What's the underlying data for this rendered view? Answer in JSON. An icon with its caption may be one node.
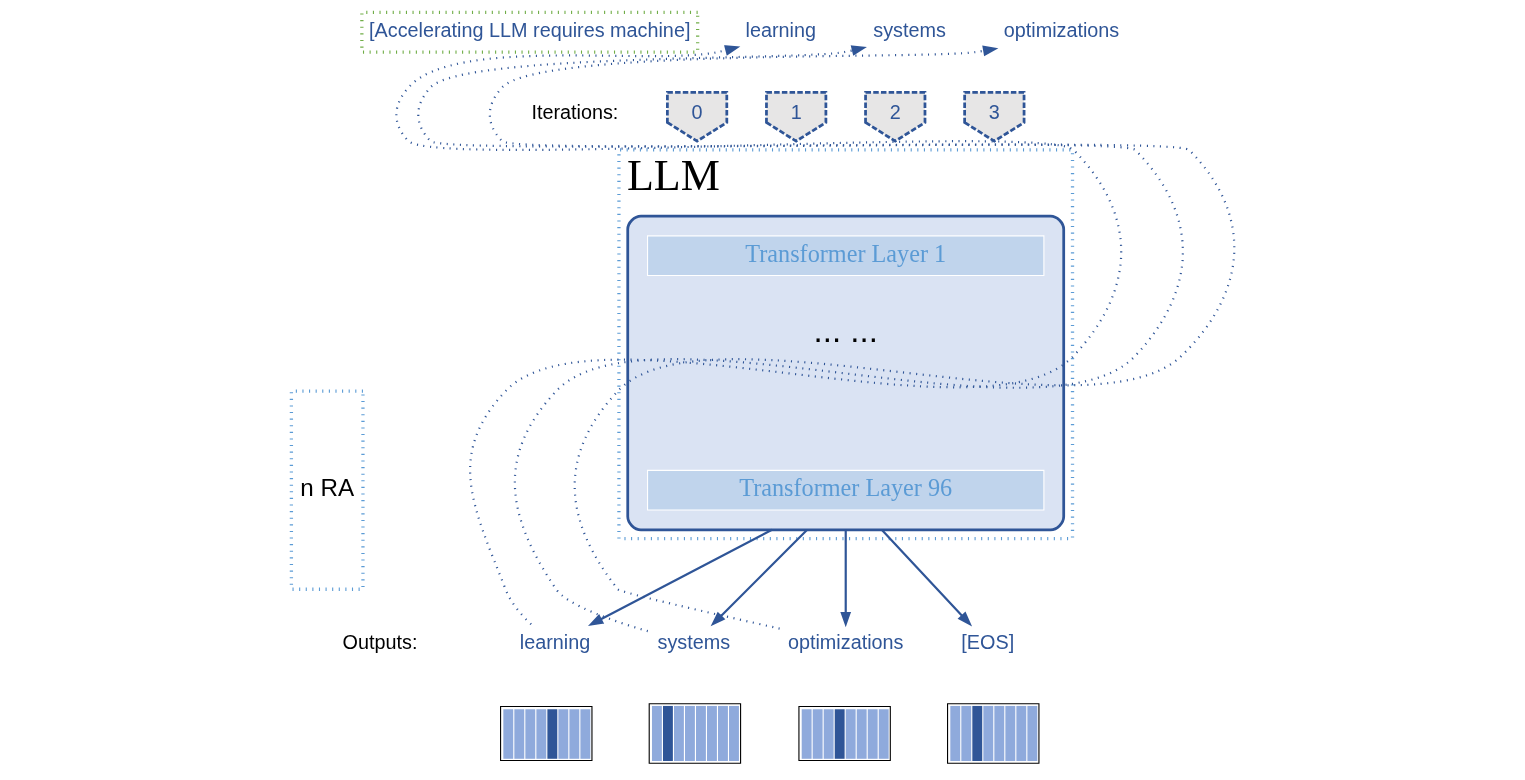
{
  "diagram": {
    "nodes": [
      {
        "text": [
          "[Accelerating LLM requires machine]"
        ]
      },
      {
        "text": [
          "learning"
        ]
      },
      {
        "text": [
          "systems"
        ]
      },
      {
        "text": [
          "optimizations"
        ]
      },
      {
        "text": [
          "0"
        ]
      },
      {
        "text": [
          "1"
        ]
      },
      {
        "text": [
          "2"
        ]
      },
      {
        "text": [
          "3"
        ]
      },
      {
        "text": [
          "LLM"
        ]
      },
      {
        "text": [],
        "shape": "box",
        "in": 8
      },
      {
        "text": [
          "Transformer Layer 1"
        ],
        "in": 9
      },
      {
        "text": [
          "Transformer Layer 96"
        ],
        "in": 9
      },
      {
        "text": [
          "learning"
        ]
      },
      {
        "text": [
          "systems"
        ]
      },
      {
        "text": [
          "optimizations"
        ]
      },
      {
        "text": [
          "[EOS]"
        ]
      },
      {
        "text": [],
        "shape": "picture"
      },
      {
        "text": [],
        "shape": "picture"
      },
      {
        "text": [],
        "shape": "picture"
      },
      {
        "text": [],
        "shape": "picture"
      },
      {
        "text": [
          "n RA"
        ]
      }
    ],
    "edges": [
      {
        "from": 9,
        "to": 12,
        "arrow": "to"
      },
      {
        "from": 9,
        "to": 13,
        "arrow": "to"
      },
      {
        "from": 9,
        "to": 14,
        "arrow": "to"
      },
      {
        "from": 9,
        "to": 15,
        "arrow": "to"
      },
      {
        "from": 12,
        "to": 1,
        "arrow": "to",
        "style": "dashed"
      },
      {
        "from": 13,
        "to": 2,
        "arrow": "to",
        "style": "dashed"
      },
      {
        "from": 14,
        "to": 3,
        "arrow": "to",
        "style": "dashed"
      }
    ],
    "labels": [
      "Iterations:",
      "... ...",
      "Outputs:"
    ]
  }
}
